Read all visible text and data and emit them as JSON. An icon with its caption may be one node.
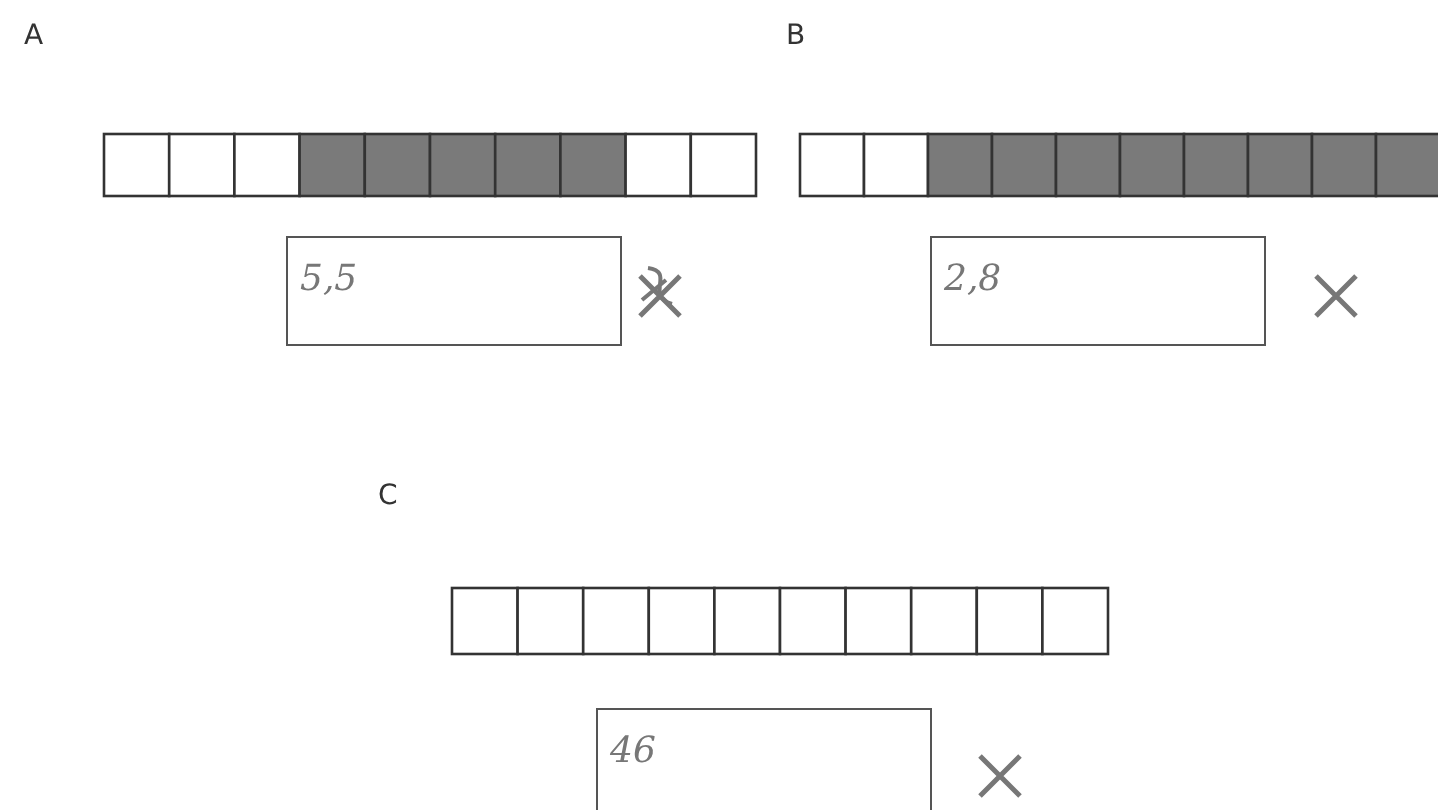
{
  "diagram": {
    "nodes": [
      {
        "text": [
          "5,5"
        ]
      },
      {
        "text": [
          "2,8"
        ]
      },
      {
        "text": [
          "46"
        ]
      }
    ],
    "labels": [
      "A",
      "B",
      "C"
    ]
  }
}
